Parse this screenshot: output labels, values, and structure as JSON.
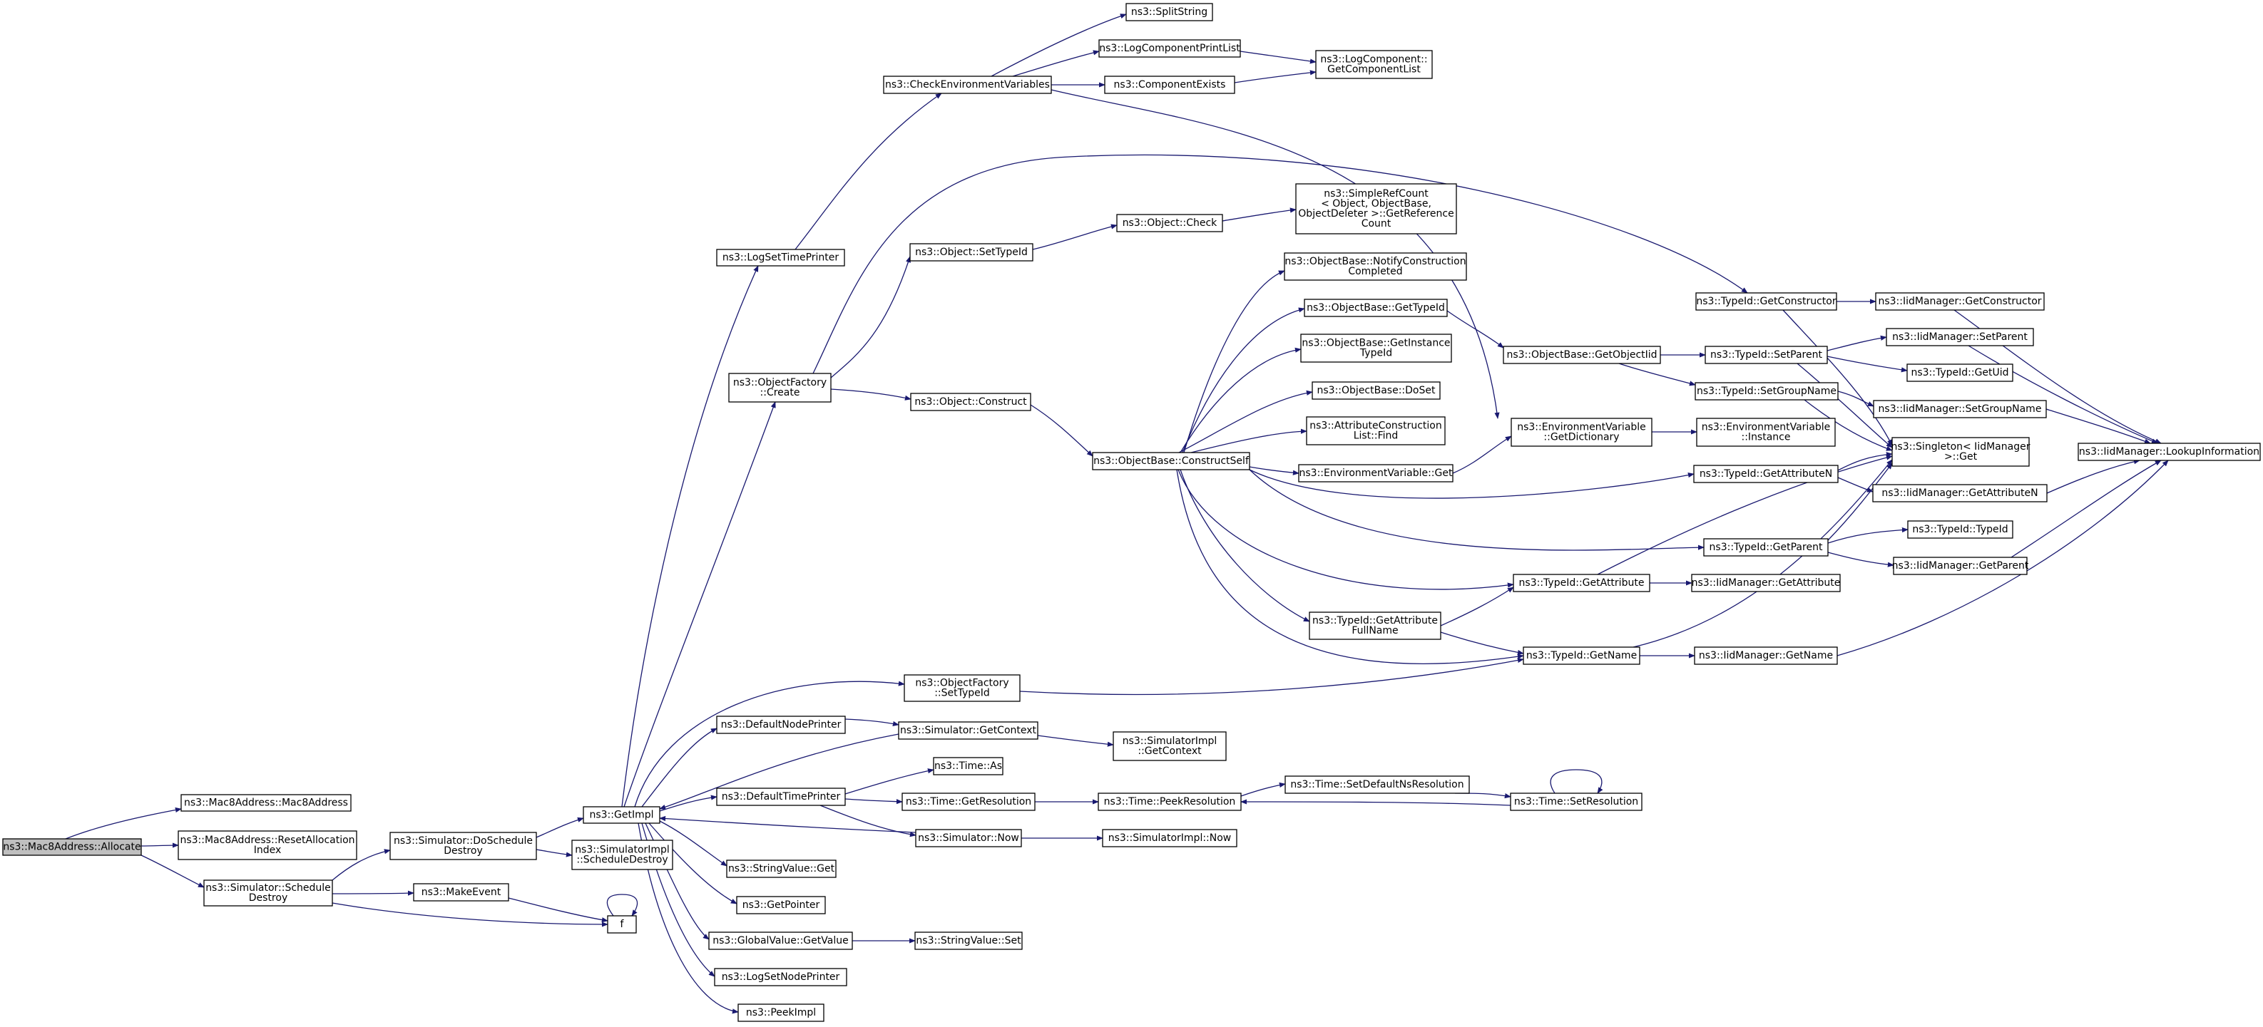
{
  "graph": {
    "colors": {
      "edge": "#191970",
      "node_border": "#000000",
      "root_fill": "#bfbfbf",
      "node_fill": "#ffffff"
    },
    "nodes": [
      {
        "id": "allocate",
        "lines": [
          "ns3::Mac8Address::Allocate"
        ],
        "root": true
      },
      {
        "id": "mac8ctor",
        "lines": [
          "ns3::Mac8Address::Mac8Address"
        ]
      },
      {
        "id": "resetalloc",
        "lines": [
          "ns3::Mac8Address::ResetAllocation",
          "Index"
        ]
      },
      {
        "id": "schedDestroy",
        "lines": [
          "ns3::Simulator::Schedule",
          "Destroy"
        ]
      },
      {
        "id": "doSchedDestroy",
        "lines": [
          "ns3::Simulator::DoSchedule",
          "Destroy"
        ]
      },
      {
        "id": "makeEvent",
        "lines": [
          "ns3::MakeEvent"
        ]
      },
      {
        "id": "f",
        "lines": [
          "f"
        ]
      },
      {
        "id": "getImpl",
        "lines": [
          "ns3::GetImpl"
        ]
      },
      {
        "id": "simImplSchedDestroy",
        "lines": [
          "ns3::SimulatorImpl",
          "::ScheduleDestroy"
        ]
      },
      {
        "id": "logSetTimePrinter",
        "lines": [
          "ns3::LogSetTimePrinter"
        ]
      },
      {
        "id": "objFactoryCreate",
        "lines": [
          "ns3::ObjectFactory",
          "::Create"
        ]
      },
      {
        "id": "objFactorySetTypeId",
        "lines": [
          "ns3::ObjectFactory",
          "::SetTypeId"
        ]
      },
      {
        "id": "defaultNodePrinter",
        "lines": [
          "ns3::DefaultNodePrinter"
        ]
      },
      {
        "id": "defaultTimePrinter",
        "lines": [
          "ns3::DefaultTimePrinter"
        ]
      },
      {
        "id": "stringValueGet",
        "lines": [
          "ns3::StringValue::Get"
        ]
      },
      {
        "id": "getPointer",
        "lines": [
          "ns3::GetPointer"
        ]
      },
      {
        "id": "globalValueGetValue",
        "lines": [
          "ns3::GlobalValue::GetValue"
        ]
      },
      {
        "id": "logSetNodePrinter",
        "lines": [
          "ns3::LogSetNodePrinter"
        ]
      },
      {
        "id": "peekImpl",
        "lines": [
          "ns3::PeekImpl"
        ]
      },
      {
        "id": "checkEnv",
        "lines": [
          "ns3::CheckEnvironmentVariables"
        ]
      },
      {
        "id": "splitString",
        "lines": [
          "ns3::SplitString"
        ]
      },
      {
        "id": "logCompPrintList",
        "lines": [
          "ns3::LogComponentPrintList"
        ]
      },
      {
        "id": "componentExists",
        "lines": [
          "ns3::ComponentExists"
        ]
      },
      {
        "id": "logCompGetList",
        "lines": [
          "ns3::LogComponent::",
          "GetComponentList"
        ]
      },
      {
        "id": "objSetTypeId",
        "lines": [
          "ns3::Object::SetTypeId"
        ]
      },
      {
        "id": "objCheck",
        "lines": [
          "ns3::Object::Check"
        ]
      },
      {
        "id": "simpleRefCount",
        "lines": [
          "ns3::SimpleRefCount",
          "< Object, ObjectBase,",
          "ObjectDeleter >::GetReference",
          "Count"
        ]
      },
      {
        "id": "objConstruct",
        "lines": [
          "ns3::Object::Construct"
        ]
      },
      {
        "id": "constructSelf",
        "lines": [
          "ns3::ObjectBase::ConstructSelf"
        ]
      },
      {
        "id": "notifyConstruction",
        "lines": [
          "ns3::ObjectBase::NotifyConstruction",
          "Completed"
        ]
      },
      {
        "id": "obGetTypeId",
        "lines": [
          "ns3::ObjectBase::GetTypeId"
        ]
      },
      {
        "id": "obGetInstanceTypeId",
        "lines": [
          "ns3::ObjectBase::GetInstance",
          "TypeId"
        ]
      },
      {
        "id": "obDoSet",
        "lines": [
          "ns3::ObjectBase::DoSet"
        ]
      },
      {
        "id": "attrConstructFind",
        "lines": [
          "ns3::AttributeConstruction",
          "List::Find"
        ]
      },
      {
        "id": "envVarGet",
        "lines": [
          "ns3::EnvironmentVariable::Get"
        ]
      },
      {
        "id": "typeIdGetAttrFullName",
        "lines": [
          "ns3::TypeId::GetAttribute",
          "FullName"
        ]
      },
      {
        "id": "envVarGetDict",
        "lines": [
          "ns3::EnvironmentVariable",
          "::GetDictionary"
        ]
      },
      {
        "id": "obGetObjectIid",
        "lines": [
          "ns3::ObjectBase::GetObjectIid"
        ]
      },
      {
        "id": "typeIdGetAttr",
        "lines": [
          "ns3::TypeId::GetAttribute"
        ]
      },
      {
        "id": "typeIdGetName",
        "lines": [
          "ns3::TypeId::GetName"
        ]
      },
      {
        "id": "envVarInstance",
        "lines": [
          "ns3::EnvironmentVariable",
          "::Instance"
        ]
      },
      {
        "id": "typeIdGetConstructor",
        "lines": [
          "ns3::TypeId::GetConstructor"
        ]
      },
      {
        "id": "typeIdSetParent",
        "lines": [
          "ns3::TypeId::SetParent"
        ]
      },
      {
        "id": "typeIdSetGroupName",
        "lines": [
          "ns3::TypeId::SetGroupName"
        ]
      },
      {
        "id": "typeIdGetAttrN",
        "lines": [
          "ns3::TypeId::GetAttributeN"
        ]
      },
      {
        "id": "typeIdGetParent",
        "lines": [
          "ns3::TypeId::GetParent"
        ]
      },
      {
        "id": "iidGetAttribute",
        "lines": [
          "ns3::IidManager::GetAttribute"
        ]
      },
      {
        "id": "iidGetName",
        "lines": [
          "ns3::IidManager::GetName"
        ]
      },
      {
        "id": "iidGetConstructor",
        "lines": [
          "ns3::IidManager::GetConstructor"
        ]
      },
      {
        "id": "iidSetParent",
        "lines": [
          "ns3::IidManager::SetParent"
        ]
      },
      {
        "id": "typeIdGetUid",
        "lines": [
          "ns3::TypeId::GetUid"
        ]
      },
      {
        "id": "iidSetGroupName",
        "lines": [
          "ns3::IidManager::SetGroupName"
        ]
      },
      {
        "id": "singletonGet",
        "lines": [
          "ns3::Singleton< IidManager",
          ">::Get"
        ]
      },
      {
        "id": "iidGetAttributeN",
        "lines": [
          "ns3::IidManager::GetAttributeN"
        ]
      },
      {
        "id": "typeIdTypeId",
        "lines": [
          "ns3::TypeId::TypeId"
        ]
      },
      {
        "id": "iidGetParent",
        "lines": [
          "ns3::IidManager::GetParent"
        ]
      },
      {
        "id": "iidLookupInfo",
        "lines": [
          "ns3::IidManager::LookupInformation"
        ]
      },
      {
        "id": "simGetContext",
        "lines": [
          "ns3::Simulator::GetContext"
        ]
      },
      {
        "id": "simImplGetContext",
        "lines": [
          "ns3::SimulatorImpl",
          "::GetContext"
        ]
      },
      {
        "id": "timeAs",
        "lines": [
          "ns3::Time::As"
        ]
      },
      {
        "id": "timeGetResolution",
        "lines": [
          "ns3::Time::GetResolution"
        ]
      },
      {
        "id": "simNow",
        "lines": [
          "ns3::Simulator::Now"
        ]
      },
      {
        "id": "timePeekResolution",
        "lines": [
          "ns3::Time::PeekResolution"
        ]
      },
      {
        "id": "simImplNow",
        "lines": [
          "ns3::SimulatorImpl::Now"
        ]
      },
      {
        "id": "timeSetDefaultNs",
        "lines": [
          "ns3::Time::SetDefaultNsResolution"
        ]
      },
      {
        "id": "timeSetResolution",
        "lines": [
          "ns3::Time::SetResolution"
        ]
      },
      {
        "id": "stringValueSet",
        "lines": [
          "ns3::StringValue::Set"
        ]
      }
    ]
  }
}
